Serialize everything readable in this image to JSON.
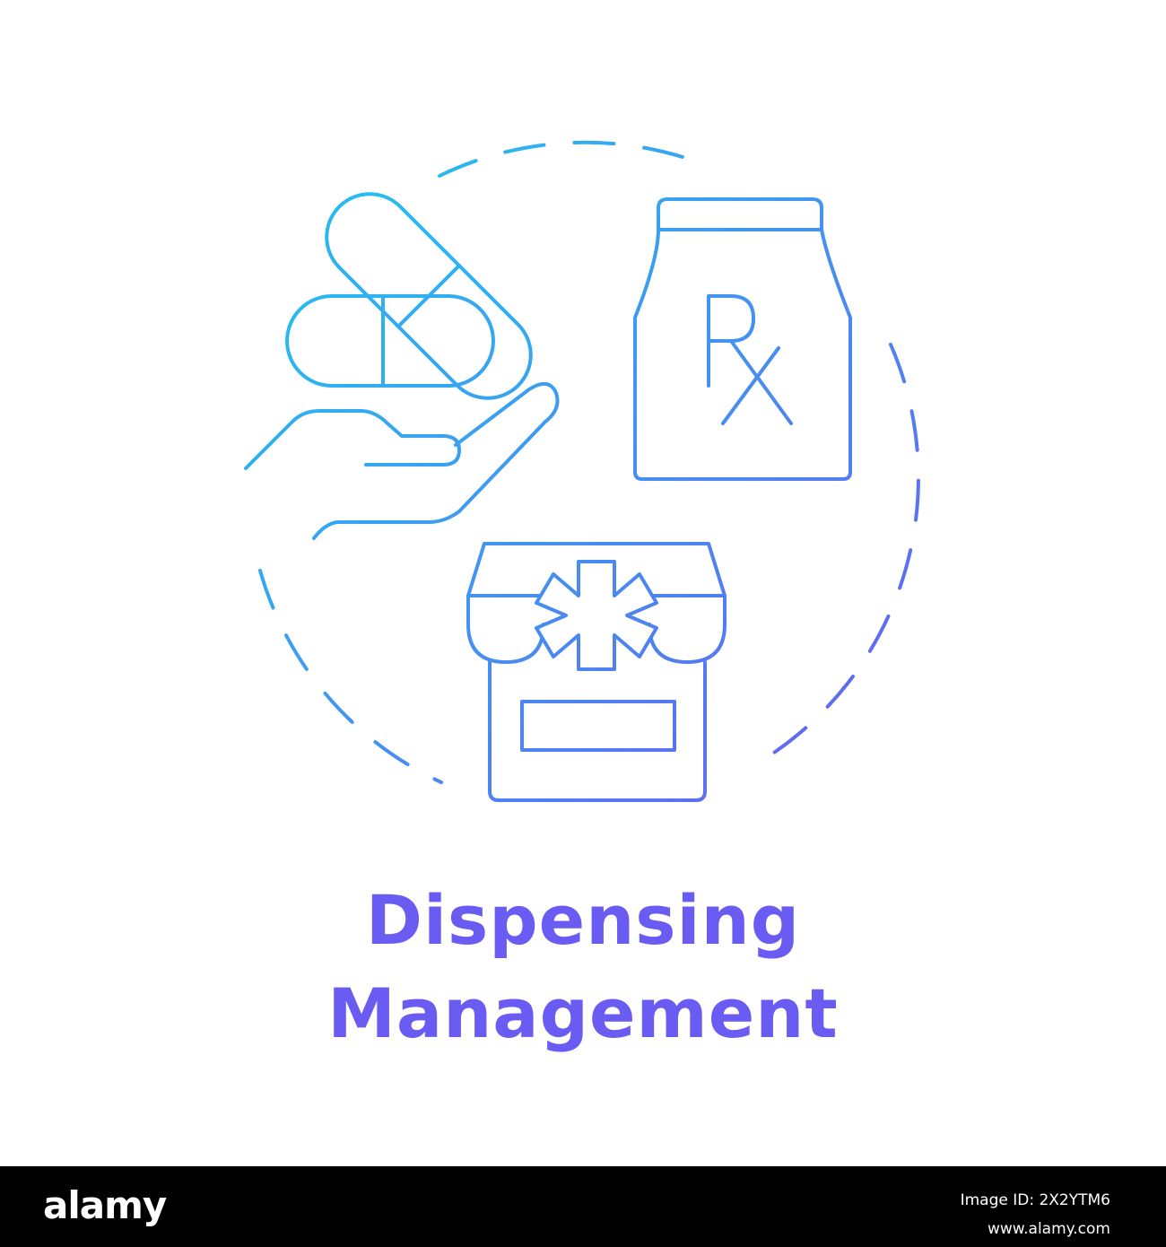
{
  "title": {
    "line1": "Dispensing",
    "line2": "Management"
  },
  "colors": {
    "gradient_start": "#1ec8f0",
    "gradient_end": "#6a5cf2",
    "footer_bg": "#000000",
    "footer_text": "#ffffff"
  },
  "icons": {
    "pills": "capsule-pills-icon",
    "hand": "open-hand-icon",
    "bag": "prescription-bag-icon",
    "pharmacy": "pharmacy-store-icon"
  },
  "footer": {
    "logo": "alamy",
    "image_id_label": "Image ID: 2X2YTM6",
    "site": "www.alamy.com"
  }
}
